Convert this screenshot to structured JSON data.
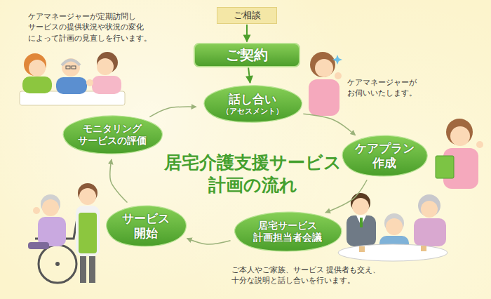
{
  "diagram": {
    "title": "居宅介護支援サービス 計画の流れ",
    "nodes": [
      {
        "text": [
          "ご相談"
        ]
      },
      {
        "text": [
          "ご契約"
        ]
      },
      {
        "text": [
          "話し合い",
          "（アセスメント）"
        ]
      },
      {
        "text": [
          "ケアプラン 作成"
        ]
      },
      {
        "text": [
          "居宅サービス 計画担当者会議"
        ]
      },
      {
        "text": [
          "サービス 開始"
        ]
      },
      {
        "text": [
          "モニタリング サービスの評価"
        ]
      }
    ],
    "edges": [
      {
        "from": 0,
        "to": 1,
        "arrow": "to"
      },
      {
        "from": 1,
        "to": 2,
        "arrow": "to"
      },
      {
        "from": 2,
        "to": 3,
        "arrow": "to"
      },
      {
        "from": 3,
        "to": 4,
        "arrow": "to"
      },
      {
        "from": 4,
        "to": 5,
        "arrow": "to"
      },
      {
        "from": 5,
        "to": 6,
        "arrow": "to"
      },
      {
        "from": 6,
        "to": 2,
        "arrow": "to"
      }
    ],
    "labels": [
      "ケアマネージャーが定期訪問し サービスの提供状況や状況の変化 によって計画の見直しを行います。",
      "ケアマネージャーが お伺いいたします。",
      "ご本人やご家族、サービス 提供者も交え、十分な説明と話し合いを行います。"
    ]
  }
}
